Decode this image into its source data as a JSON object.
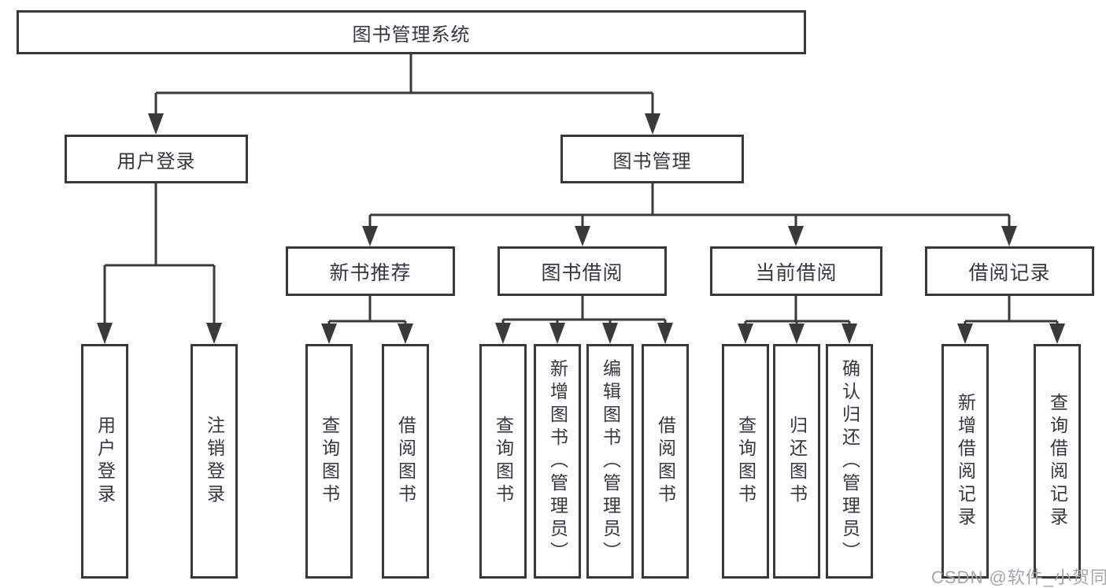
{
  "tree": {
    "root": "图书管理系统",
    "user_login": {
      "label": "用户登录",
      "children": [
        "用户登录",
        "注销登录"
      ]
    },
    "book_mgmt": {
      "label": "图书管理",
      "sections": {
        "new_book_rec": {
          "label": "新书推荐",
          "children": [
            "查询图书",
            "借阅图书"
          ]
        },
        "book_borrow": {
          "label": "图书借阅",
          "children": [
            "查询图书",
            "新增图书（管理员）",
            "编辑图书（管理员）",
            "借阅图书"
          ]
        },
        "current_borrow": {
          "label": "当前借阅",
          "children": [
            "查询图书",
            "归还图书",
            "确认归还（管理员）"
          ]
        },
        "borrow_record": {
          "label": "借阅记录",
          "children": [
            "新增借阅记录",
            "查询借阅记录"
          ]
        }
      }
    }
  },
  "watermark": "CSDN @软件_小贺同学",
  "colors": {
    "background": "#ffffff",
    "line": "#3a3a3a",
    "box_border": "#383838",
    "text": "#333740",
    "watermark": "#9ea2a8"
  }
}
